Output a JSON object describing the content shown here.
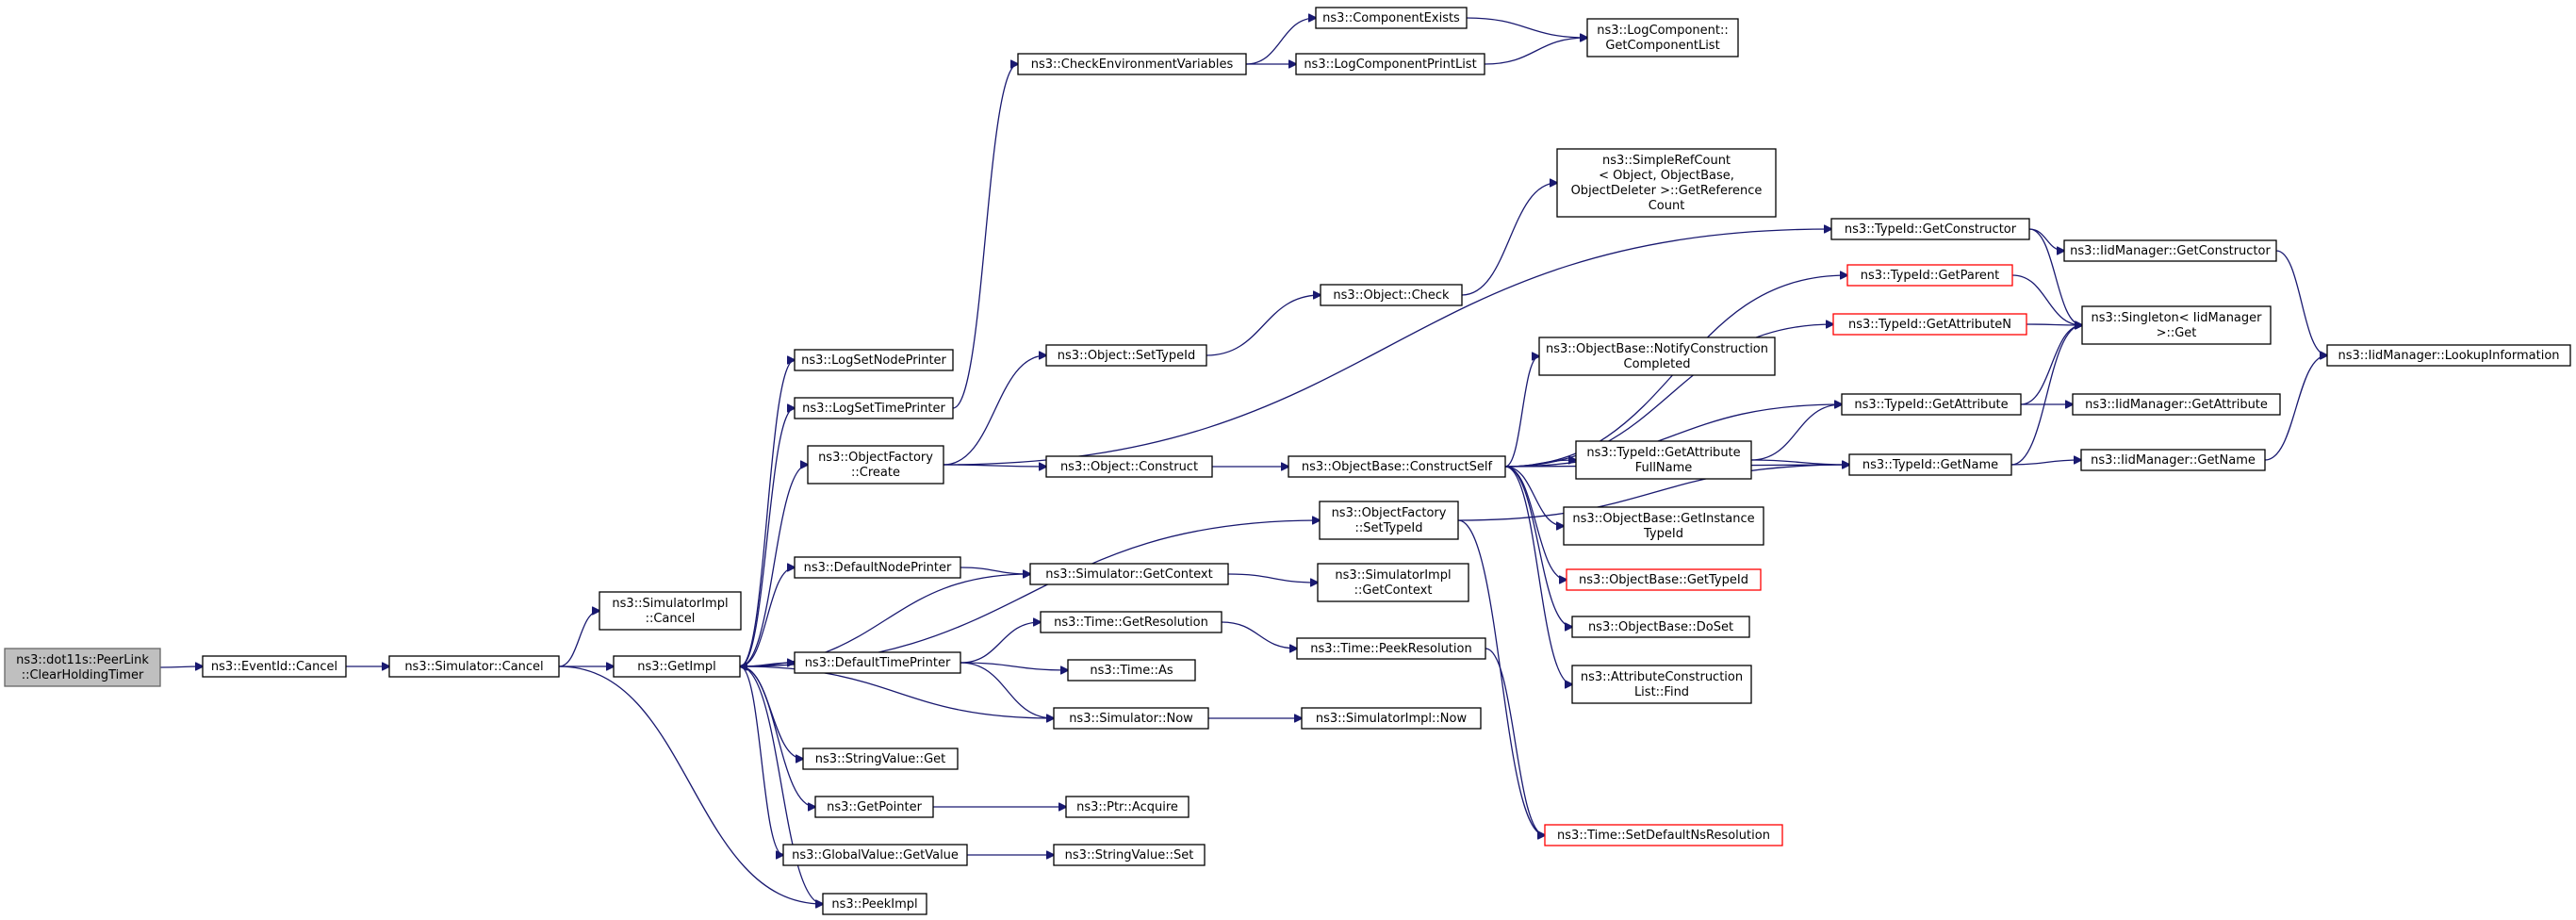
{
  "colors": {
    "edge": "#191970",
    "root_fill": "#bfbfbf",
    "truncated_border": "#ff0000"
  },
  "nodes": [
    {
      "id": "root",
      "lines": [
        "ns3::dot11s::PeerLink",
        "::ClearHoldingTimer"
      ],
      "style": "root"
    },
    {
      "id": "eventid_cancel",
      "lines": [
        "ns3::EventId::Cancel"
      ]
    },
    {
      "id": "sim_cancel",
      "lines": [
        "ns3::Simulator::Cancel"
      ]
    },
    {
      "id": "simimpl_cancel",
      "lines": [
        "ns3::SimulatorImpl",
        "::Cancel"
      ]
    },
    {
      "id": "getimpl",
      "lines": [
        "ns3::GetImpl"
      ]
    },
    {
      "id": "peekimpl",
      "lines": [
        "ns3::PeekImpl"
      ]
    },
    {
      "id": "logsetnodeprinter",
      "lines": [
        "ns3::LogSetNodePrinter"
      ]
    },
    {
      "id": "logsettimeprinter",
      "lines": [
        "ns3::LogSetTimePrinter"
      ]
    },
    {
      "id": "objfactory_create",
      "lines": [
        "ns3::ObjectFactory",
        "::Create"
      ]
    },
    {
      "id": "defaultnodeprinter",
      "lines": [
        "ns3::DefaultNodePrinter"
      ]
    },
    {
      "id": "defaulttimeprinter",
      "lines": [
        "ns3::DefaultTimePrinter"
      ]
    },
    {
      "id": "stringvalue_get",
      "lines": [
        "ns3::StringValue::Get"
      ]
    },
    {
      "id": "getpointer",
      "lines": [
        "ns3::GetPointer"
      ]
    },
    {
      "id": "globalvalue_getvalue",
      "lines": [
        "ns3::GlobalValue::GetValue"
      ]
    },
    {
      "id": "checkenv",
      "lines": [
        "ns3::CheckEnvironmentVariables"
      ]
    },
    {
      "id": "componentexists",
      "lines": [
        "ns3::ComponentExists"
      ]
    },
    {
      "id": "logcompprintlist",
      "lines": [
        "ns3::LogComponentPrintList"
      ]
    },
    {
      "id": "logcomp_getlist",
      "lines": [
        "ns3::LogComponent::",
        "GetComponentList"
      ]
    },
    {
      "id": "object_settypeid",
      "lines": [
        "ns3::Object::SetTypeId"
      ]
    },
    {
      "id": "object_construct",
      "lines": [
        "ns3::Object::Construct"
      ]
    },
    {
      "id": "sim_getcontext",
      "lines": [
        "ns3::Simulator::GetContext"
      ]
    },
    {
      "id": "time_getresolution",
      "lines": [
        "ns3::Time::GetResolution"
      ]
    },
    {
      "id": "time_as",
      "lines": [
        "ns3::Time::As"
      ]
    },
    {
      "id": "sim_now",
      "lines": [
        "ns3::Simulator::Now"
      ]
    },
    {
      "id": "ptr_acquire",
      "lines": [
        "ns3::Ptr::Acquire"
      ]
    },
    {
      "id": "stringvalue_set",
      "lines": [
        "ns3::StringValue::Set"
      ]
    },
    {
      "id": "object_check",
      "lines": [
        "ns3::Object::Check"
      ]
    },
    {
      "id": "simplerefcount",
      "lines": [
        "ns3::SimpleRefCount",
        "< Object, ObjectBase,",
        "ObjectDeleter >::GetReference",
        "Count"
      ]
    },
    {
      "id": "objbase_constructself",
      "lines": [
        "ns3::ObjectBase::ConstructSelf"
      ]
    },
    {
      "id": "objfactory_settypeid",
      "lines": [
        "ns3::ObjectFactory",
        "::SetTypeId"
      ]
    },
    {
      "id": "simimpl_getcontext",
      "lines": [
        "ns3::SimulatorImpl",
        "::GetContext"
      ]
    },
    {
      "id": "time_peekresolution",
      "lines": [
        "ns3::Time::PeekResolution"
      ]
    },
    {
      "id": "simimpl_now",
      "lines": [
        "ns3::SimulatorImpl::Now"
      ]
    },
    {
      "id": "typeid_getconstructor",
      "lines": [
        "ns3::TypeId::GetConstructor"
      ]
    },
    {
      "id": "typeid_getparent",
      "lines": [
        "ns3::TypeId::GetParent"
      ],
      "style": "red"
    },
    {
      "id": "typeid_getattributen",
      "lines": [
        "ns3::TypeId::GetAttributeN"
      ],
      "style": "red"
    },
    {
      "id": "objbase_notify",
      "lines": [
        "ns3::ObjectBase::NotifyConstruction",
        "Completed"
      ]
    },
    {
      "id": "typeid_getattribute",
      "lines": [
        "ns3::TypeId::GetAttribute"
      ]
    },
    {
      "id": "typeid_getattrfullname",
      "lines": [
        "ns3::TypeId::GetAttribute",
        "FullName"
      ]
    },
    {
      "id": "objbase_getinstancetypeid",
      "lines": [
        "ns3::ObjectBase::GetInstance",
        "TypeId"
      ]
    },
    {
      "id": "objbase_gettypeid",
      "lines": [
        "ns3::ObjectBase::GetTypeId"
      ],
      "style": "red"
    },
    {
      "id": "objbase_doset",
      "lines": [
        "ns3::ObjectBase::DoSet"
      ]
    },
    {
      "id": "attrconstructionlist_find",
      "lines": [
        "ns3::AttributeConstruction",
        "List::Find"
      ]
    },
    {
      "id": "time_setdefaultnsres",
      "lines": [
        "ns3::Time::SetDefaultNsResolution"
      ],
      "style": "red"
    },
    {
      "id": "typeid_getname",
      "lines": [
        "ns3::TypeId::GetName"
      ]
    },
    {
      "id": "iid_getconstructor",
      "lines": [
        "ns3::IidManager::GetConstructor"
      ]
    },
    {
      "id": "singleton_get",
      "lines": [
        "ns3::Singleton< IidManager",
        ">::Get"
      ]
    },
    {
      "id": "iid_getattribute",
      "lines": [
        "ns3::IidManager::GetAttribute"
      ]
    },
    {
      "id": "iid_getname",
      "lines": [
        "ns3::IidManager::GetName"
      ]
    },
    {
      "id": "iid_lookupinfo",
      "lines": [
        "ns3::IidManager::LookupInformation"
      ]
    }
  ],
  "edges": [
    [
      "root",
      "eventid_cancel"
    ],
    [
      "eventid_cancel",
      "sim_cancel"
    ],
    [
      "sim_cancel",
      "simimpl_cancel"
    ],
    [
      "sim_cancel",
      "getimpl"
    ],
    [
      "sim_cancel",
      "peekimpl"
    ],
    [
      "getimpl",
      "logsetnodeprinter"
    ],
    [
      "getimpl",
      "logsettimeprinter"
    ],
    [
      "getimpl",
      "objfactory_create"
    ],
    [
      "getimpl",
      "objfactory_settypeid"
    ],
    [
      "getimpl",
      "defaultnodeprinter"
    ],
    [
      "getimpl",
      "sim_getcontext"
    ],
    [
      "getimpl",
      "defaulttimeprinter"
    ],
    [
      "getimpl",
      "stringvalue_get"
    ],
    [
      "getimpl",
      "getpointer"
    ],
    [
      "getimpl",
      "globalvalue_getvalue"
    ],
    [
      "getimpl",
      "peekimpl"
    ],
    [
      "logsettimeprinter",
      "checkenv"
    ],
    [
      "checkenv",
      "componentexists"
    ],
    [
      "checkenv",
      "logcompprintlist"
    ],
    [
      "componentexists",
      "logcomp_getlist"
    ],
    [
      "logcompprintlist",
      "logcomp_getlist"
    ],
    [
      "objfactory_create",
      "object_settypeid"
    ],
    [
      "objfactory_create",
      "object_construct"
    ],
    [
      "objfactory_create",
      "typeid_getconstructor"
    ],
    [
      "object_settypeid",
      "object_check"
    ],
    [
      "object_check",
      "simplerefcount"
    ],
    [
      "object_construct",
      "objbase_constructself"
    ],
    [
      "defaultnodeprinter",
      "sim_getcontext"
    ],
    [
      "sim_getcontext",
      "simimpl_getcontext"
    ],
    [
      "defaulttimeprinter",
      "time_getresolution"
    ],
    [
      "defaulttimeprinter",
      "time_as"
    ],
    [
      "defaulttimeprinter",
      "sim_now"
    ],
    [
      "sim_now",
      "getimpl"
    ],
    [
      "sim_now",
      "simimpl_now"
    ],
    [
      "time_getresolution",
      "time_peekresolution"
    ],
    [
      "time_peekresolution",
      "time_setdefaultnsres"
    ],
    [
      "getpointer",
      "ptr_acquire"
    ],
    [
      "globalvalue_getvalue",
      "stringvalue_set"
    ],
    [
      "objfactory_settypeid",
      "time_setdefaultnsres"
    ],
    [
      "objbase_constructself",
      "typeid_getparent"
    ],
    [
      "objbase_constructself",
      "typeid_getattributen"
    ],
    [
      "objbase_constructself",
      "objbase_notify"
    ],
    [
      "objbase_constructself",
      "typeid_getattribute"
    ],
    [
      "objbase_constructself",
      "typeid_getattrfullname"
    ],
    [
      "objbase_constructself",
      "objbase_getinstancetypeid"
    ],
    [
      "objbase_constructself",
      "objbase_gettypeid"
    ],
    [
      "objbase_constructself",
      "objbase_doset"
    ],
    [
      "objbase_constructself",
      "attrconstructionlist_find"
    ],
    [
      "objbase_constructself",
      "typeid_getname"
    ],
    [
      "objfactory_settypeid",
      "typeid_getname"
    ],
    [
      "typeid_getattrfullname",
      "typeid_getattribute"
    ],
    [
      "typeid_getattrfullname",
      "typeid_getname"
    ],
    [
      "typeid_getconstructor",
      "iid_getconstructor"
    ],
    [
      "typeid_getconstructor",
      "singleton_get"
    ],
    [
      "typeid_getparent",
      "singleton_get"
    ],
    [
      "typeid_getattributen",
      "singleton_get"
    ],
    [
      "typeid_getattribute",
      "singleton_get"
    ],
    [
      "typeid_getattribute",
      "iid_getattribute"
    ],
    [
      "typeid_getname",
      "singleton_get"
    ],
    [
      "typeid_getname",
      "iid_getname"
    ],
    [
      "iid_getconstructor",
      "iid_lookupinfo"
    ],
    [
      "iid_getname",
      "iid_lookupinfo"
    ]
  ]
}
